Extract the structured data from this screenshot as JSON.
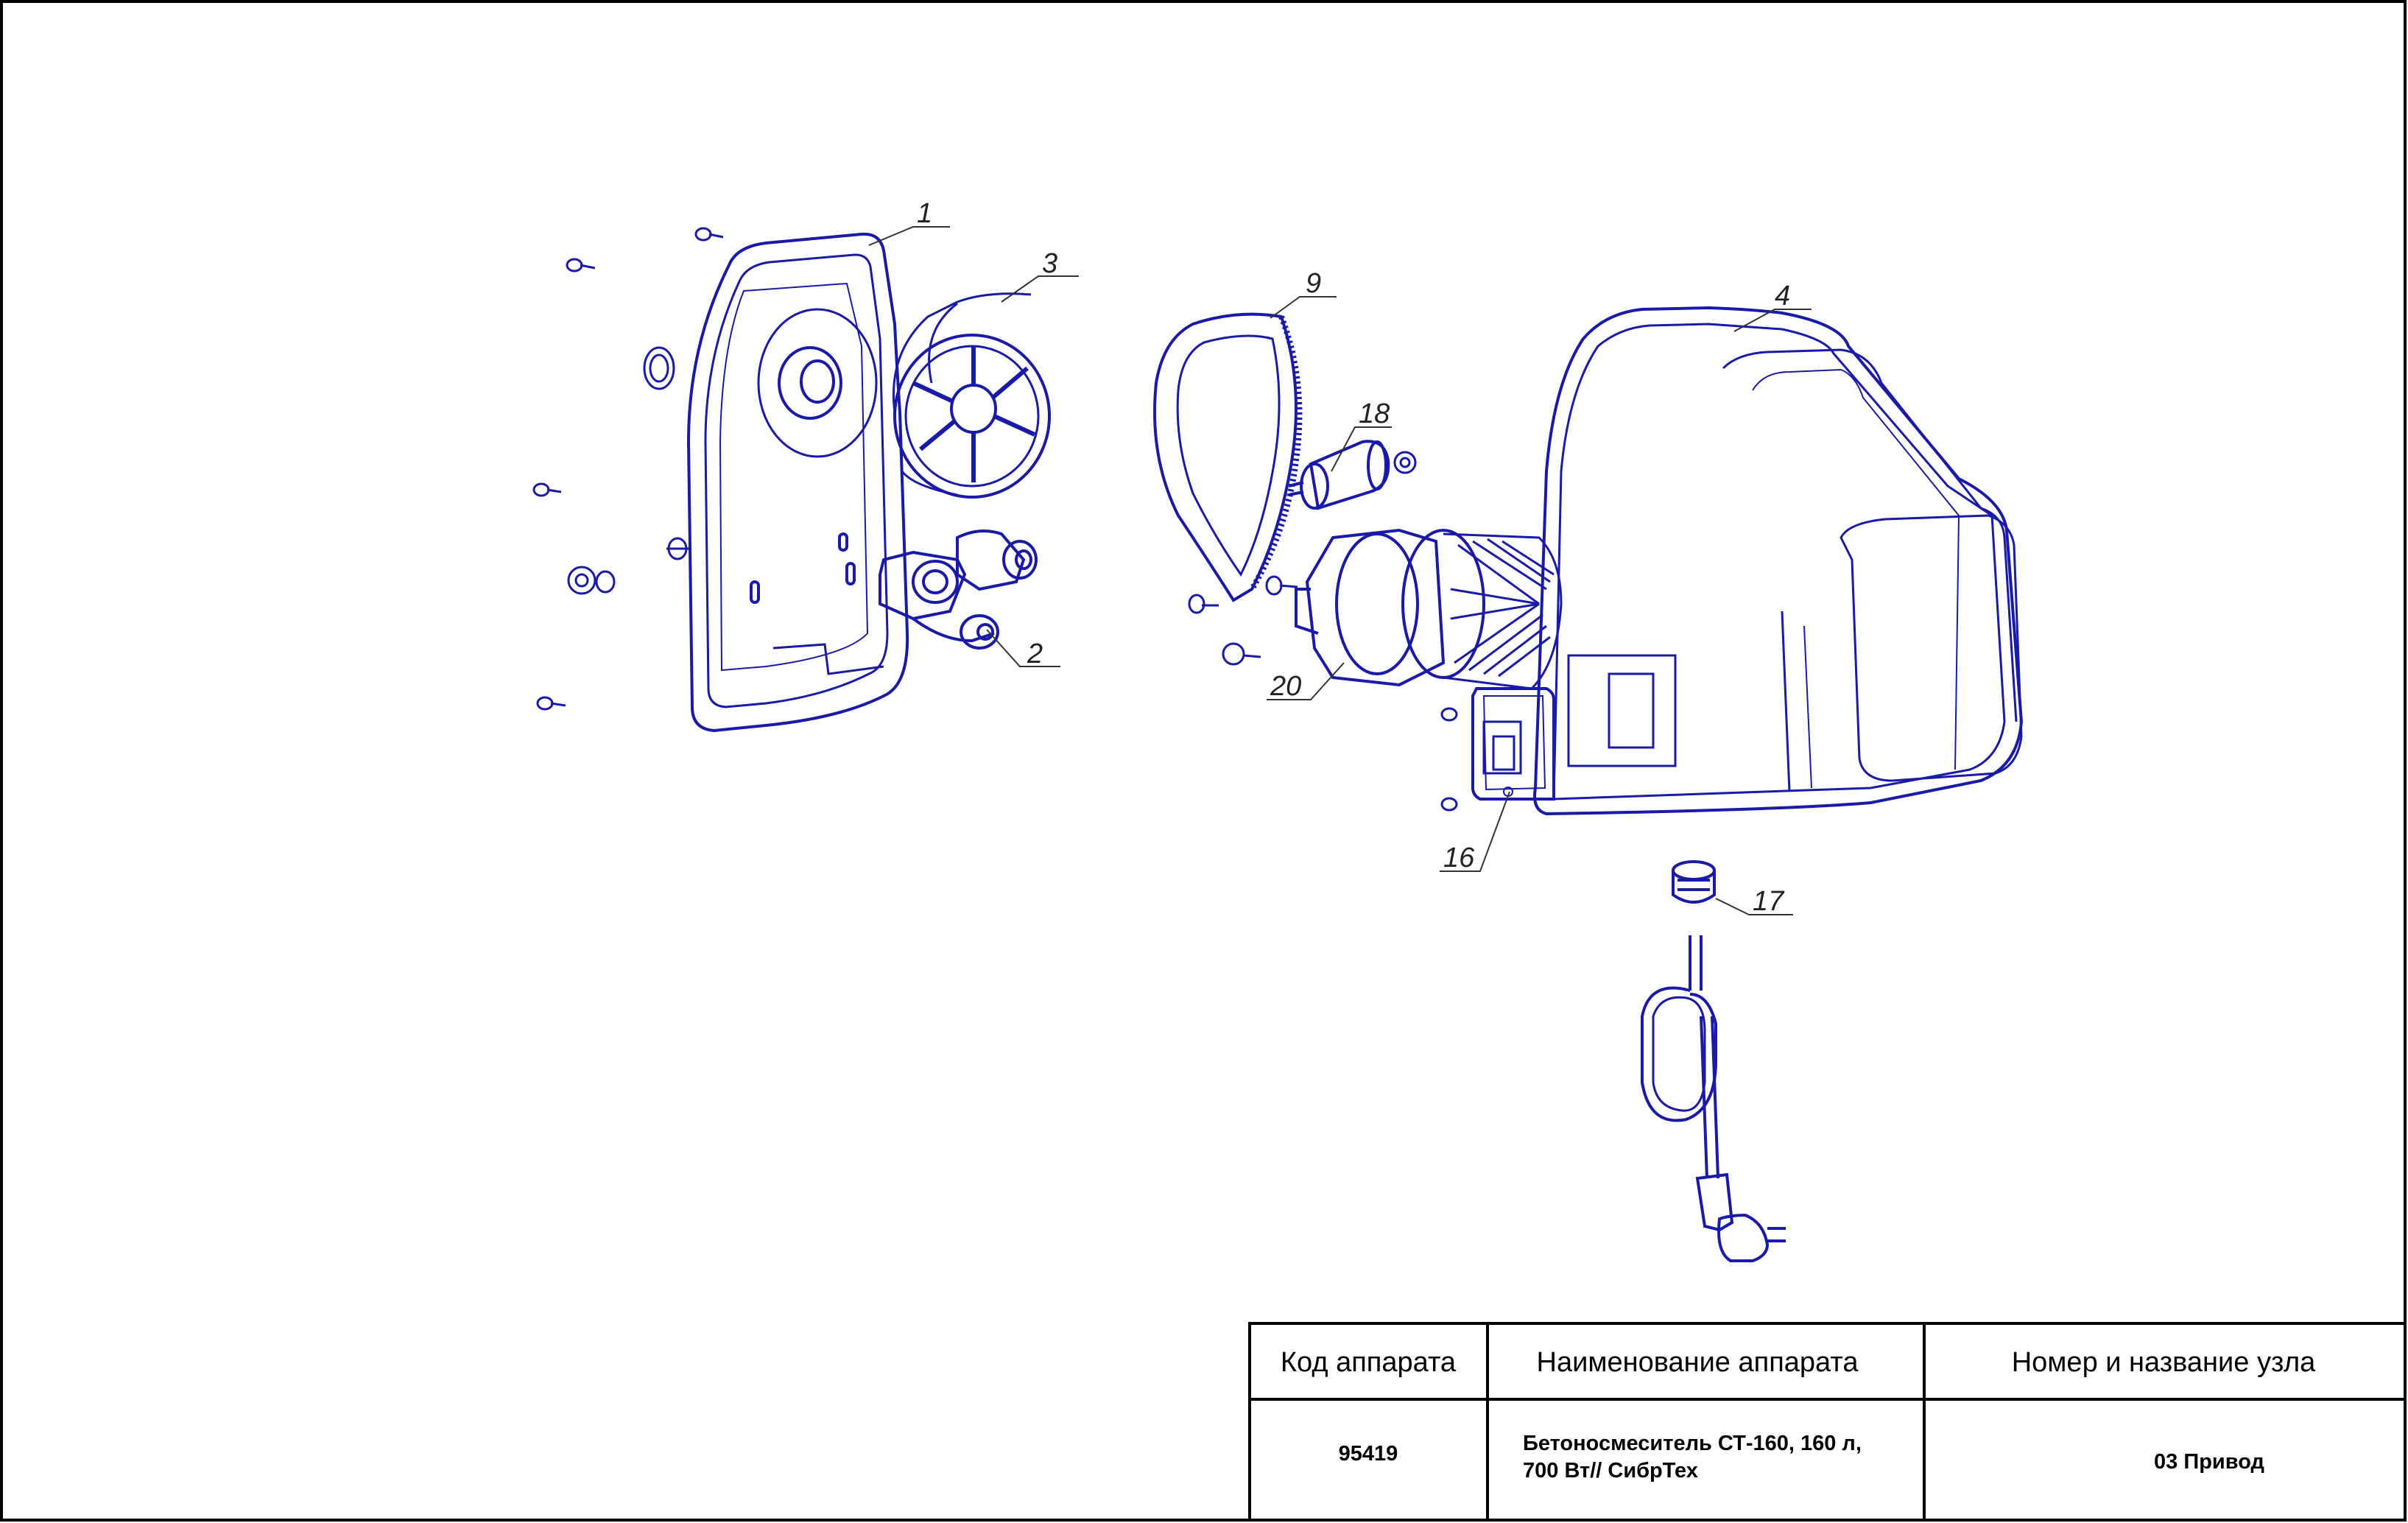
{
  "callouts": {
    "c1": "1",
    "c2": "2",
    "c3": "3",
    "c4": "4",
    "c9": "9",
    "c16": "16",
    "c17": "17",
    "c18": "18",
    "c20": "20"
  },
  "title_block": {
    "headers": {
      "code": "Код аппарата",
      "name": "Наименование аппарата",
      "node": "Номер и название узла"
    },
    "values": {
      "code": "95419",
      "name_line1": "Бетоносмеситель СТ-160, 160 л,",
      "name_line2": "700 Вт// СибрТех",
      "node": "03 Привод"
    }
  },
  "colors": {
    "linework": "#1a1aa8",
    "frame": "#000000",
    "leader": "#333333"
  }
}
